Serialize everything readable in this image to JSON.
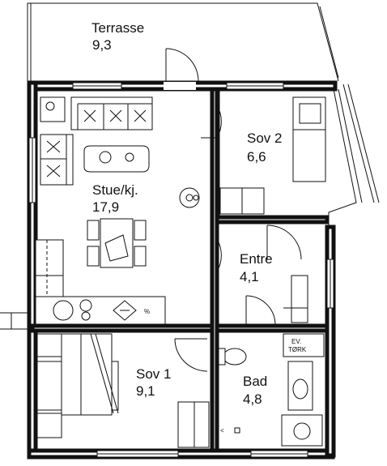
{
  "rooms": [
    {
      "name": "Terrasse",
      "area": "9,3"
    },
    {
      "name": "Sov 2",
      "area": "6,6"
    },
    {
      "name": "Stue/kj.",
      "area": "17,9"
    },
    {
      "name": "Entre",
      "area": "4,1"
    },
    {
      "name": "Sov 1",
      "area": "9,1"
    },
    {
      "name": "Bad",
      "area": "4,8"
    }
  ],
  "labels": {
    "dryer_line1": "EV.",
    "dryer_line2": "TØRK"
  }
}
